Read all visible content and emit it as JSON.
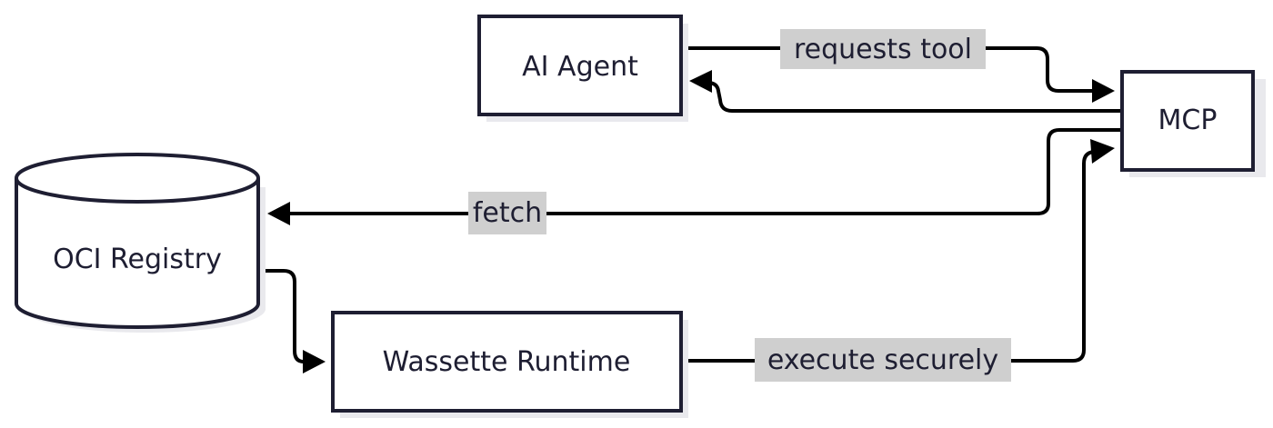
{
  "nodes": {
    "ai_agent": "AI Agent",
    "mcp": "MCP",
    "oci_registry": "OCI Registry",
    "wassette_runtime": "Wassette Runtime"
  },
  "edges": {
    "requests_tool": "requests tool",
    "fetch": "fetch",
    "execute_securely": "execute securely"
  },
  "colors": {
    "node_border": "#1e1e32",
    "node_text": "#1e1e32",
    "edge": "#000000",
    "label_background": "#cfcfcf",
    "node_shadow": "#e9e9ed"
  }
}
